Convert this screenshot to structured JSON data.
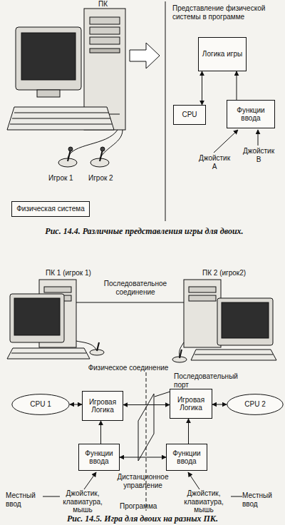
{
  "diagram": {
    "nodes": [
      {
        "text": [
          "Логика игры"
        ]
      },
      {
        "text": [
          "CPU"
        ]
      },
      {
        "text": [
          "Функции ввода"
        ]
      },
      {
        "text": [
          "Физическая система"
        ]
      },
      {
        "text": [
          "CPU 1"
        ]
      },
      {
        "text": [
          "Игровая Логика"
        ]
      },
      {
        "text": [
          "Игровая Логика"
        ]
      },
      {
        "text": [
          "CPU 2"
        ]
      },
      {
        "text": [
          "Функции ввода"
        ]
      },
      {
        "text": [
          "Функции ввода"
        ]
      }
    ],
    "edges": [
      {
        "from": 1,
        "to": 0,
        "arrow": "both"
      },
      {
        "from": 2,
        "to": 0,
        "arrow": "to"
      },
      {
        "from": 4,
        "to": 5,
        "arrow": "both"
      },
      {
        "from": 5,
        "to": 6,
        "arrow": "both"
      },
      {
        "from": 7,
        "to": 6,
        "arrow": "both"
      },
      {
        "from": 8,
        "to": 5,
        "arrow": "to"
      },
      {
        "from": 9,
        "to": 6,
        "arrow": "to"
      },
      {
        "from": 8,
        "to": 9,
        "label": "Дистанционное управление",
        "arrow": "both"
      }
    ],
    "labels": [
      "ПК",
      "Игрок 1",
      "Игрок 2",
      "Представление физической системы в программе",
      "Джойстик A",
      "Джойстик B",
      "Рис. 14.4. Различные представления игры для двоих.",
      "ПК 1 (игрок 1)",
      "Последовательное соединение",
      "ПК 2 (игрок2)",
      "Физическое соединение",
      "Последовательный порт",
      "Местный ввод",
      "Джойстик, клавиатура, мышь",
      "Программа",
      "Джойстик, клавиатура, мышь",
      "Местный ввод",
      "Рис. 14.5. Игра для двоих на разных ПК."
    ]
  }
}
